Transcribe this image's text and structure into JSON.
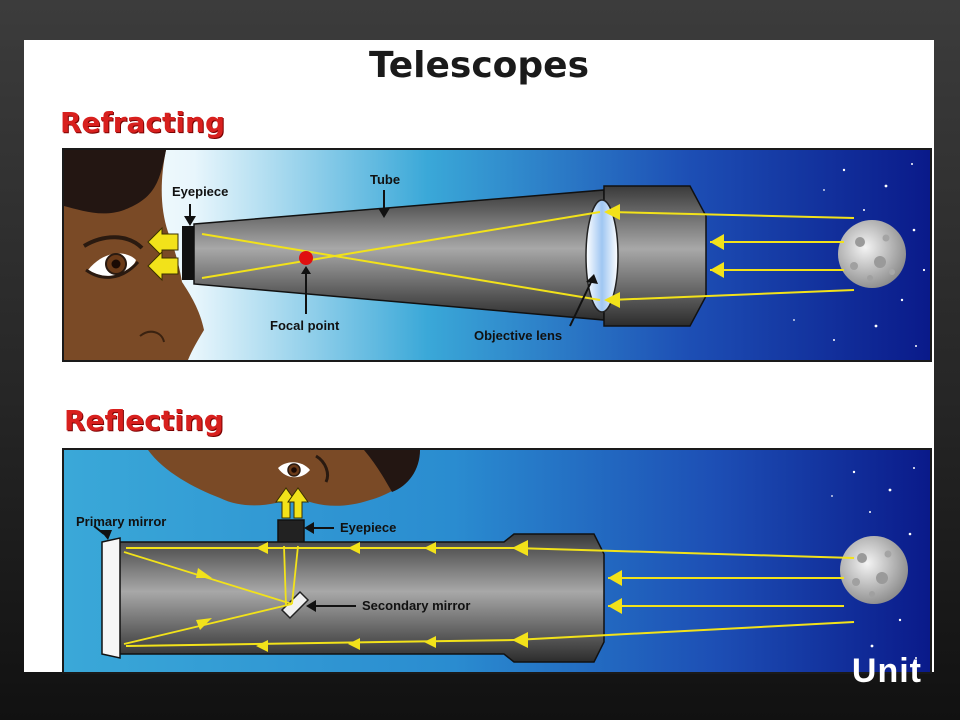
{
  "slide": {
    "title": "Telescopes",
    "bottom_text": "Unit"
  },
  "refracting": {
    "heading": "Refracting",
    "labels": {
      "eyepiece": "Eyepiece",
      "tube": "Tube",
      "focal_point": "Focal point",
      "objective_lens": "Objective lens"
    }
  },
  "reflecting": {
    "heading": "Reflecting",
    "labels": {
      "primary_mirror": "Primary mirror",
      "eyepiece": "Eyepiece",
      "secondary_mirror": "Secondary mirror"
    }
  },
  "colors": {
    "heading_red": "#d8201e",
    "sky_light": "#e8f6fc",
    "sky_mid": "#3aa8d8",
    "sky_dark": "#0a1a8a",
    "light_ray": "#f2e21a",
    "focal_dot": "#e01010",
    "skin": "#7a4a26"
  }
}
